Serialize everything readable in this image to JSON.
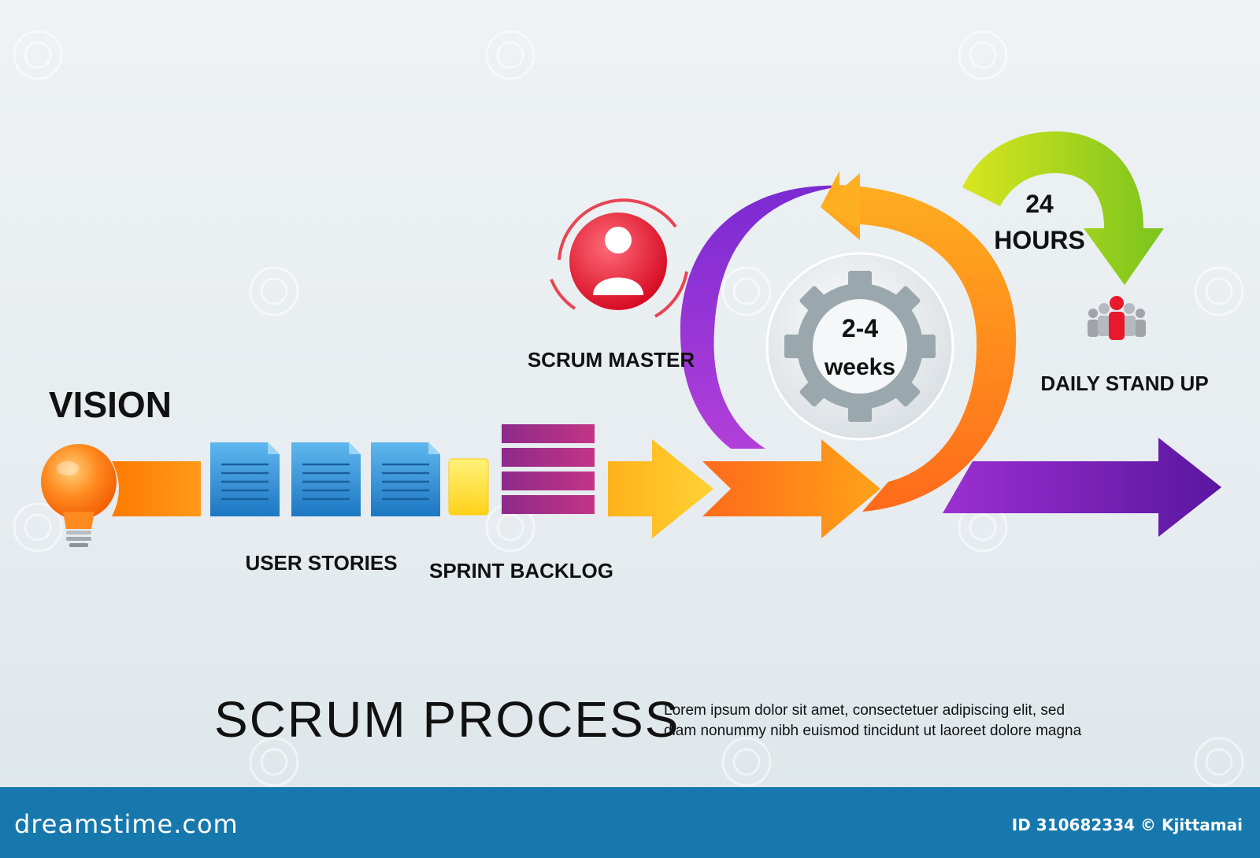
{
  "labels": {
    "vision": "VISION",
    "user_stories": "USER STORIES",
    "sprint_backlog": "SPRINT BACKLOG",
    "scrum_master": "SCRUM MASTER",
    "cycle_line1": "2-4",
    "cycle_line2": "weeks",
    "hours_line1": "24",
    "hours_line2": "HOURS",
    "daily_standup": "DAILY STAND UP"
  },
  "title": "SCRUM PROCESS",
  "description": {
    "line1": "Lorem ipsum dolor sit amet, consectetuer adipiscing elit, sed",
    "line2": "diam nonummy nibh euismod tincidunt ut laoreet dolore magna"
  },
  "footer": {
    "brand": "dreamstime.com",
    "image_id": "ID 310682334 © Kjittamai"
  },
  "watermark": "dreamstime",
  "colors": {
    "orange": "#ff8a00",
    "purple": "#7b1fa2",
    "magenta": "#a0318f",
    "blue": "#2a8fd6",
    "red": "#e8192c",
    "green": "#8ecf1c",
    "footer": "#1678ad"
  },
  "icons": [
    "lightbulb-icon",
    "document-icon",
    "user-icon",
    "gear-icon",
    "team-icon"
  ]
}
